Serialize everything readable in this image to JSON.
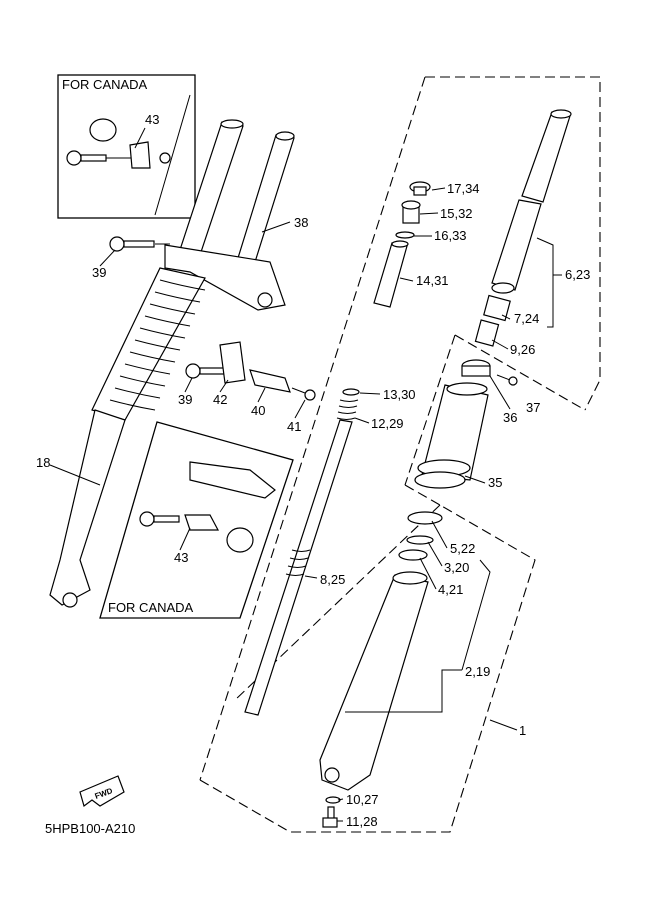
{
  "diagram": {
    "code": "5HPB100-A210",
    "canada_label_top": "FOR CANADA",
    "canada_label_bottom": "FOR CANADA",
    "fwd_logo": "FWD",
    "callouts": {
      "p1": "1",
      "p2_19": "2,19",
      "p3_20": "3,20",
      "p4_21": "4,21",
      "p5_22": "5,22",
      "p6_23": "6,23",
      "p7_24": "7,24",
      "p8_25": "8,25",
      "p9_26": "9,26",
      "p10_27": "10,27",
      "p11_28": "11,28",
      "p12_29": "12,29",
      "p13_30": "13,30",
      "p14_31": "14,31",
      "p15_32": "15,32",
      "p16_33": "16,33",
      "p17_34": "17,34",
      "p18": "18",
      "p35": "35",
      "p36": "36",
      "p37": "37",
      "p38": "38",
      "p39a": "39",
      "p39b": "39",
      "p40": "40",
      "p41": "41",
      "p42": "42",
      "p43a": "43",
      "p43b": "43"
    }
  }
}
